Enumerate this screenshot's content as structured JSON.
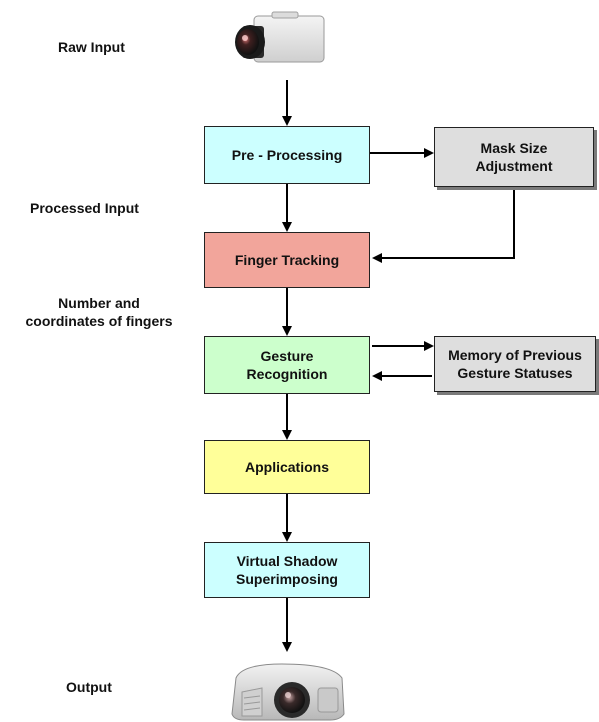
{
  "labels": {
    "raw_input": "Raw Input",
    "processed_input": "Processed Input",
    "fingers_line1": "Number and",
    "fingers_line2": "coordinates of fingers",
    "output": "Output"
  },
  "boxes": {
    "preprocessing": "Pre - Processing",
    "mask_line1": "Mask Size",
    "mask_line2": "Adjustment",
    "finger_tracking": "Finger Tracking",
    "gesture_line1": "Gesture",
    "gesture_line2": "Recognition",
    "memory_line1": "Memory of Previous",
    "memory_line2": "Gesture Statuses",
    "applications": "Applications",
    "shadow_line1": "Virtual Shadow",
    "shadow_line2": "Superimposing"
  },
  "colors": {
    "cyan": "#ccffff",
    "red": "#f2a59b",
    "green": "#ccffcc",
    "yellow": "#ffff99",
    "gray": "#dedede"
  },
  "icons": {
    "camera": "camera-icon",
    "projector": "projector-icon"
  }
}
